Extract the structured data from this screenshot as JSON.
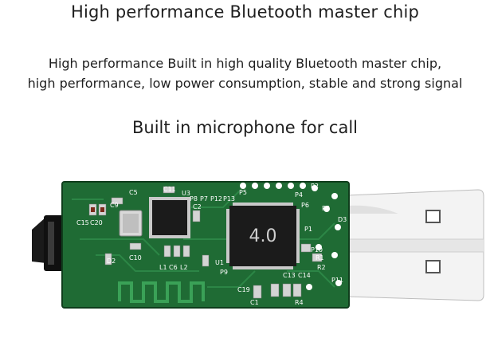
{
  "heading": "High performance Bluetooth master chip",
  "description_line1": "High performance Built in high quality Bluetooth master chip,",
  "description_line2": "high performance, low power consumption, stable and strong signal",
  "subheading": "Built in microphone for call",
  "board": {
    "chip_label": "4.0",
    "silkscreen": [
      "C5",
      "C11",
      "U3",
      "C9",
      "P8",
      "P7",
      "P12",
      "P13",
      "P5",
      "P4",
      "P2",
      "P6",
      "P3",
      "D3",
      "P1",
      "C2",
      "C15",
      "C20",
      "D2",
      "C10",
      "L1",
      "C6",
      "L2",
      "U1",
      "P9",
      "R2",
      "R1",
      "C19",
      "C1",
      "C13",
      "C14",
      "R4",
      "P11",
      "P10"
    ]
  },
  "colors": {
    "pcb": "#1f6b34",
    "pcb_dark": "#134a22",
    "silk": "#ffffff",
    "chip": "#1b1b1b",
    "usb": "#f1f1f1"
  }
}
